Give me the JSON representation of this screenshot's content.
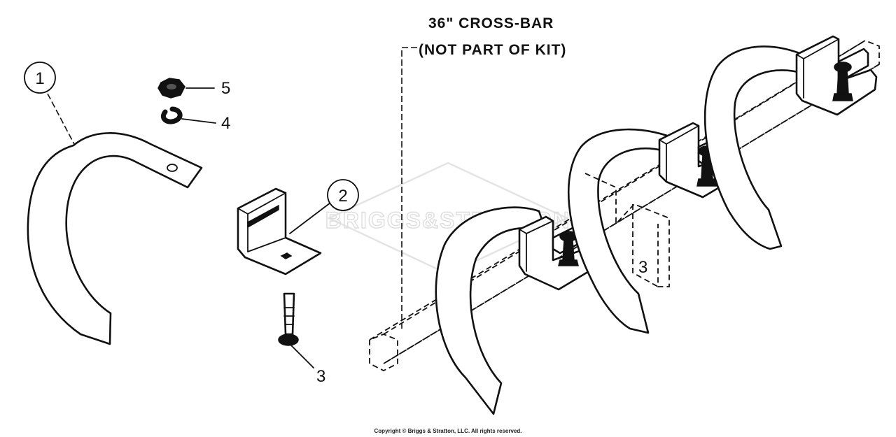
{
  "watermark": {
    "text": "BRIGGS&STRATTON"
  },
  "annotation": {
    "line1": "36\" CROSS-BAR",
    "line2": "(NOT PART OF KIT)"
  },
  "callouts": [
    {
      "id": "1",
      "label": "1"
    },
    {
      "id": "2",
      "label": "2"
    },
    {
      "id": "3",
      "label": "3"
    },
    {
      "id": "4",
      "label": "4"
    },
    {
      "id": "5",
      "label": "5"
    }
  ],
  "hidden_part_label": "3",
  "copyright": "Copyright © Briggs & Stratton, LLC. All rights reserved.",
  "colors": {
    "ink": "#111111",
    "background": "#ffffff",
    "watermark": "#dddddd"
  }
}
